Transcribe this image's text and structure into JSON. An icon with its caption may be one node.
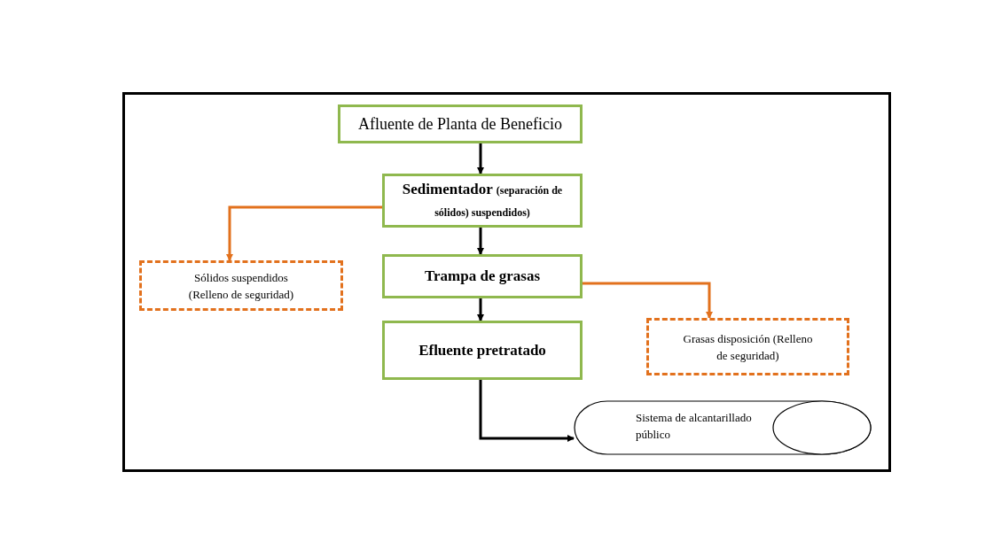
{
  "diagram": {
    "nodes": [
      {
        "text": [
          "Afluente de Planta de Beneficio"
        ]
      },
      {
        "text": [
          "Sedimentador",
          "(separación de sólidos) suspendidos)"
        ]
      },
      {
        "text": [
          "Sólidos suspendidos (Relleno de seguridad)"
        ]
      },
      {
        "text": [
          "Trampa de grasas"
        ]
      },
      {
        "text": [
          "Grasas disposición (Relleno de seguridad)"
        ]
      },
      {
        "text": [
          "Efluente pretratado"
        ]
      },
      {
        "text": [
          "Sistema de alcantarillado público"
        ]
      }
    ],
    "edges": [
      {
        "from": 0,
        "to": 1,
        "arrow": "to"
      },
      {
        "from": 1,
        "to": 3,
        "arrow": "to"
      },
      {
        "from": 3,
        "to": 5,
        "arrow": "to"
      },
      {
        "from": 5,
        "to": 6,
        "arrow": "to"
      },
      {
        "from": 1,
        "to": 2,
        "arrow": "to",
        "color": "#e2711d"
      },
      {
        "from": 3,
        "to": 4,
        "arrow": "to",
        "color": "#e2711d"
      }
    ]
  }
}
